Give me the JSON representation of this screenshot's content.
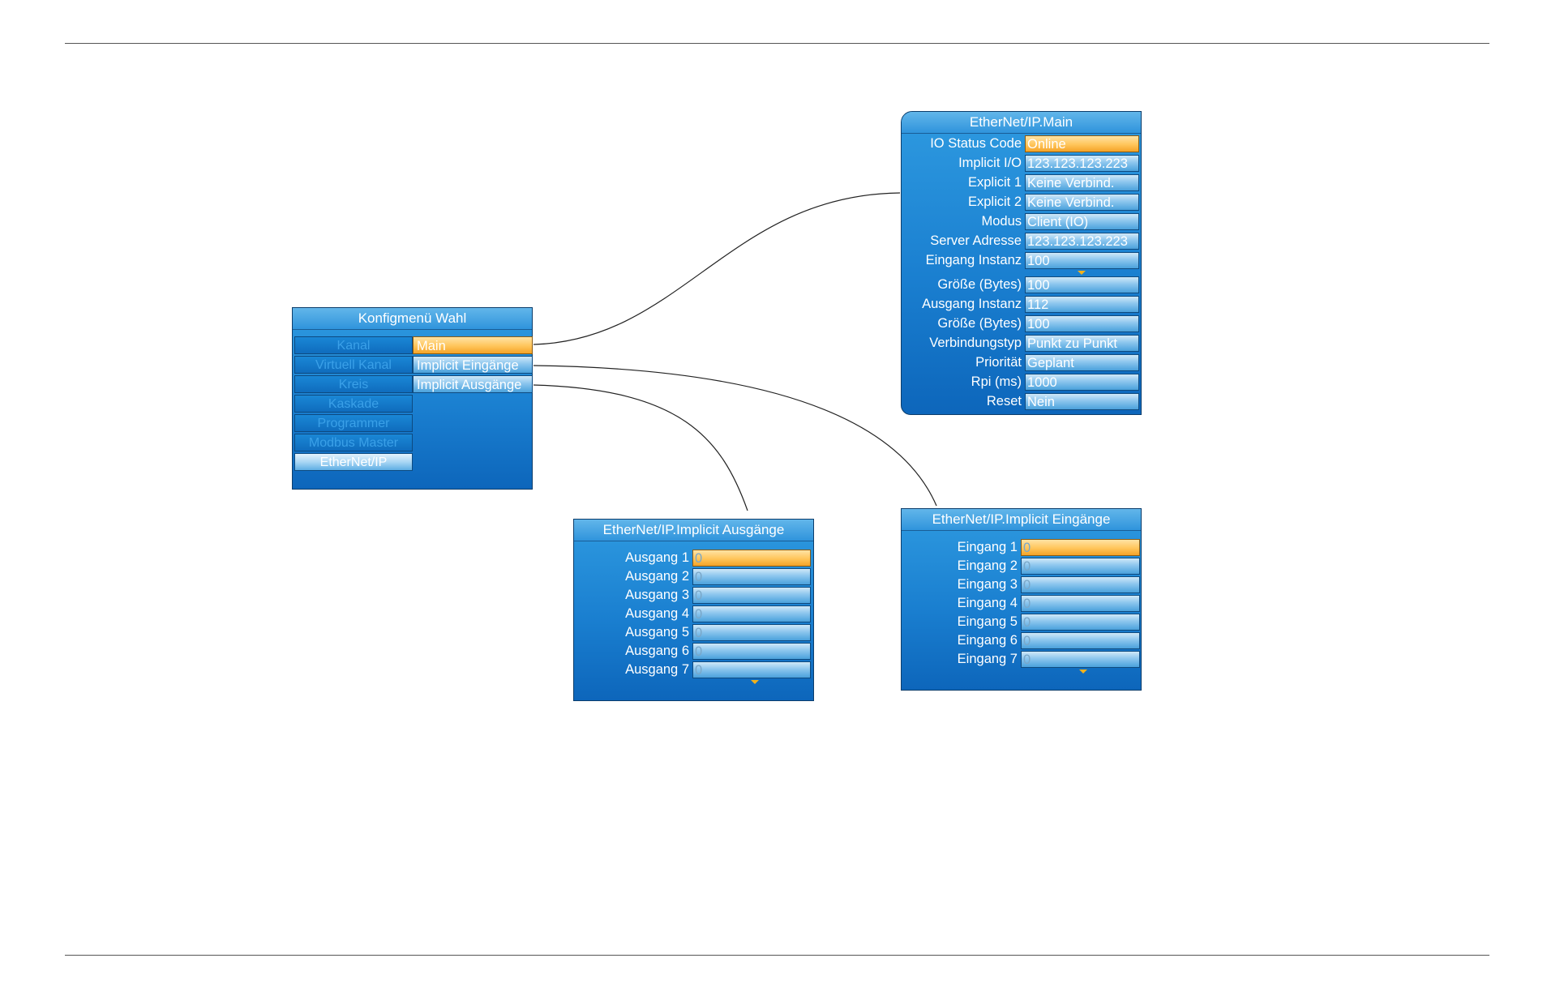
{
  "menu": {
    "title": "Konfigmenü Wahl",
    "items": [
      "Kanal",
      "Virtuell Kanal",
      "Kreis",
      "Kaskade",
      "Programmer",
      "Modbus Master",
      "EtherNet/IP"
    ],
    "submenu": [
      "Main",
      "Implicit Eingänge",
      "Implicit Ausgänge"
    ]
  },
  "main": {
    "title": "EtherNet/IP.Main",
    "rows": [
      {
        "label": "IO Status Code",
        "value": "Online"
      },
      {
        "label": "Implicit I/O",
        "value": "123.123.123.223"
      },
      {
        "label": "Explicit 1",
        "value": "Keine Verbind."
      },
      {
        "label": "Explicit 2",
        "value": "Keine Verbind."
      },
      {
        "label": "Modus",
        "value": "Client (IO)"
      },
      {
        "label": "Server Adresse",
        "value": "123.123.123.223"
      },
      {
        "label": "Eingang Instanz",
        "value": "100"
      },
      {
        "label": "Größe (Bytes)",
        "value": "100"
      },
      {
        "label": "Ausgang Instanz",
        "value": "112"
      },
      {
        "label": "Größe (Bytes)",
        "value": "100"
      },
      {
        "label": "Verbindungstyp",
        "value": "Punkt zu Punkt"
      },
      {
        "label": "Priorität",
        "value": "Geplant"
      },
      {
        "label": "Rpi (ms)",
        "value": "1000"
      },
      {
        "label": "Reset",
        "value": "Nein"
      }
    ]
  },
  "outputs": {
    "title": "EtherNet/IP.Implicit Ausgänge",
    "rows": [
      {
        "label": "Ausgang 1",
        "value": "0"
      },
      {
        "label": "Ausgang 2",
        "value": "0"
      },
      {
        "label": "Ausgang 3",
        "value": "0"
      },
      {
        "label": "Ausgang 4",
        "value": "0"
      },
      {
        "label": "Ausgang 5",
        "value": "0"
      },
      {
        "label": "Ausgang 6",
        "value": "0"
      },
      {
        "label": "Ausgang 7",
        "value": "0"
      }
    ]
  },
  "inputs": {
    "title": "EtherNet/IP.Implicit Eingänge",
    "rows": [
      {
        "label": "Eingang 1",
        "value": "0"
      },
      {
        "label": "Eingang 2",
        "value": "0"
      },
      {
        "label": "Eingang 3",
        "value": "0"
      },
      {
        "label": "Eingang 4",
        "value": "0"
      },
      {
        "label": "Eingang 5",
        "value": "0"
      },
      {
        "label": "Eingang 6",
        "value": "0"
      },
      {
        "label": "Eingang 7",
        "value": "0"
      }
    ]
  },
  "icons": {
    "scroll": "scroll-down-arrow-icon"
  },
  "colors": {
    "panel": "#1a7fd0",
    "selected": "#ffc55a",
    "arrow": "#f2b21c"
  }
}
